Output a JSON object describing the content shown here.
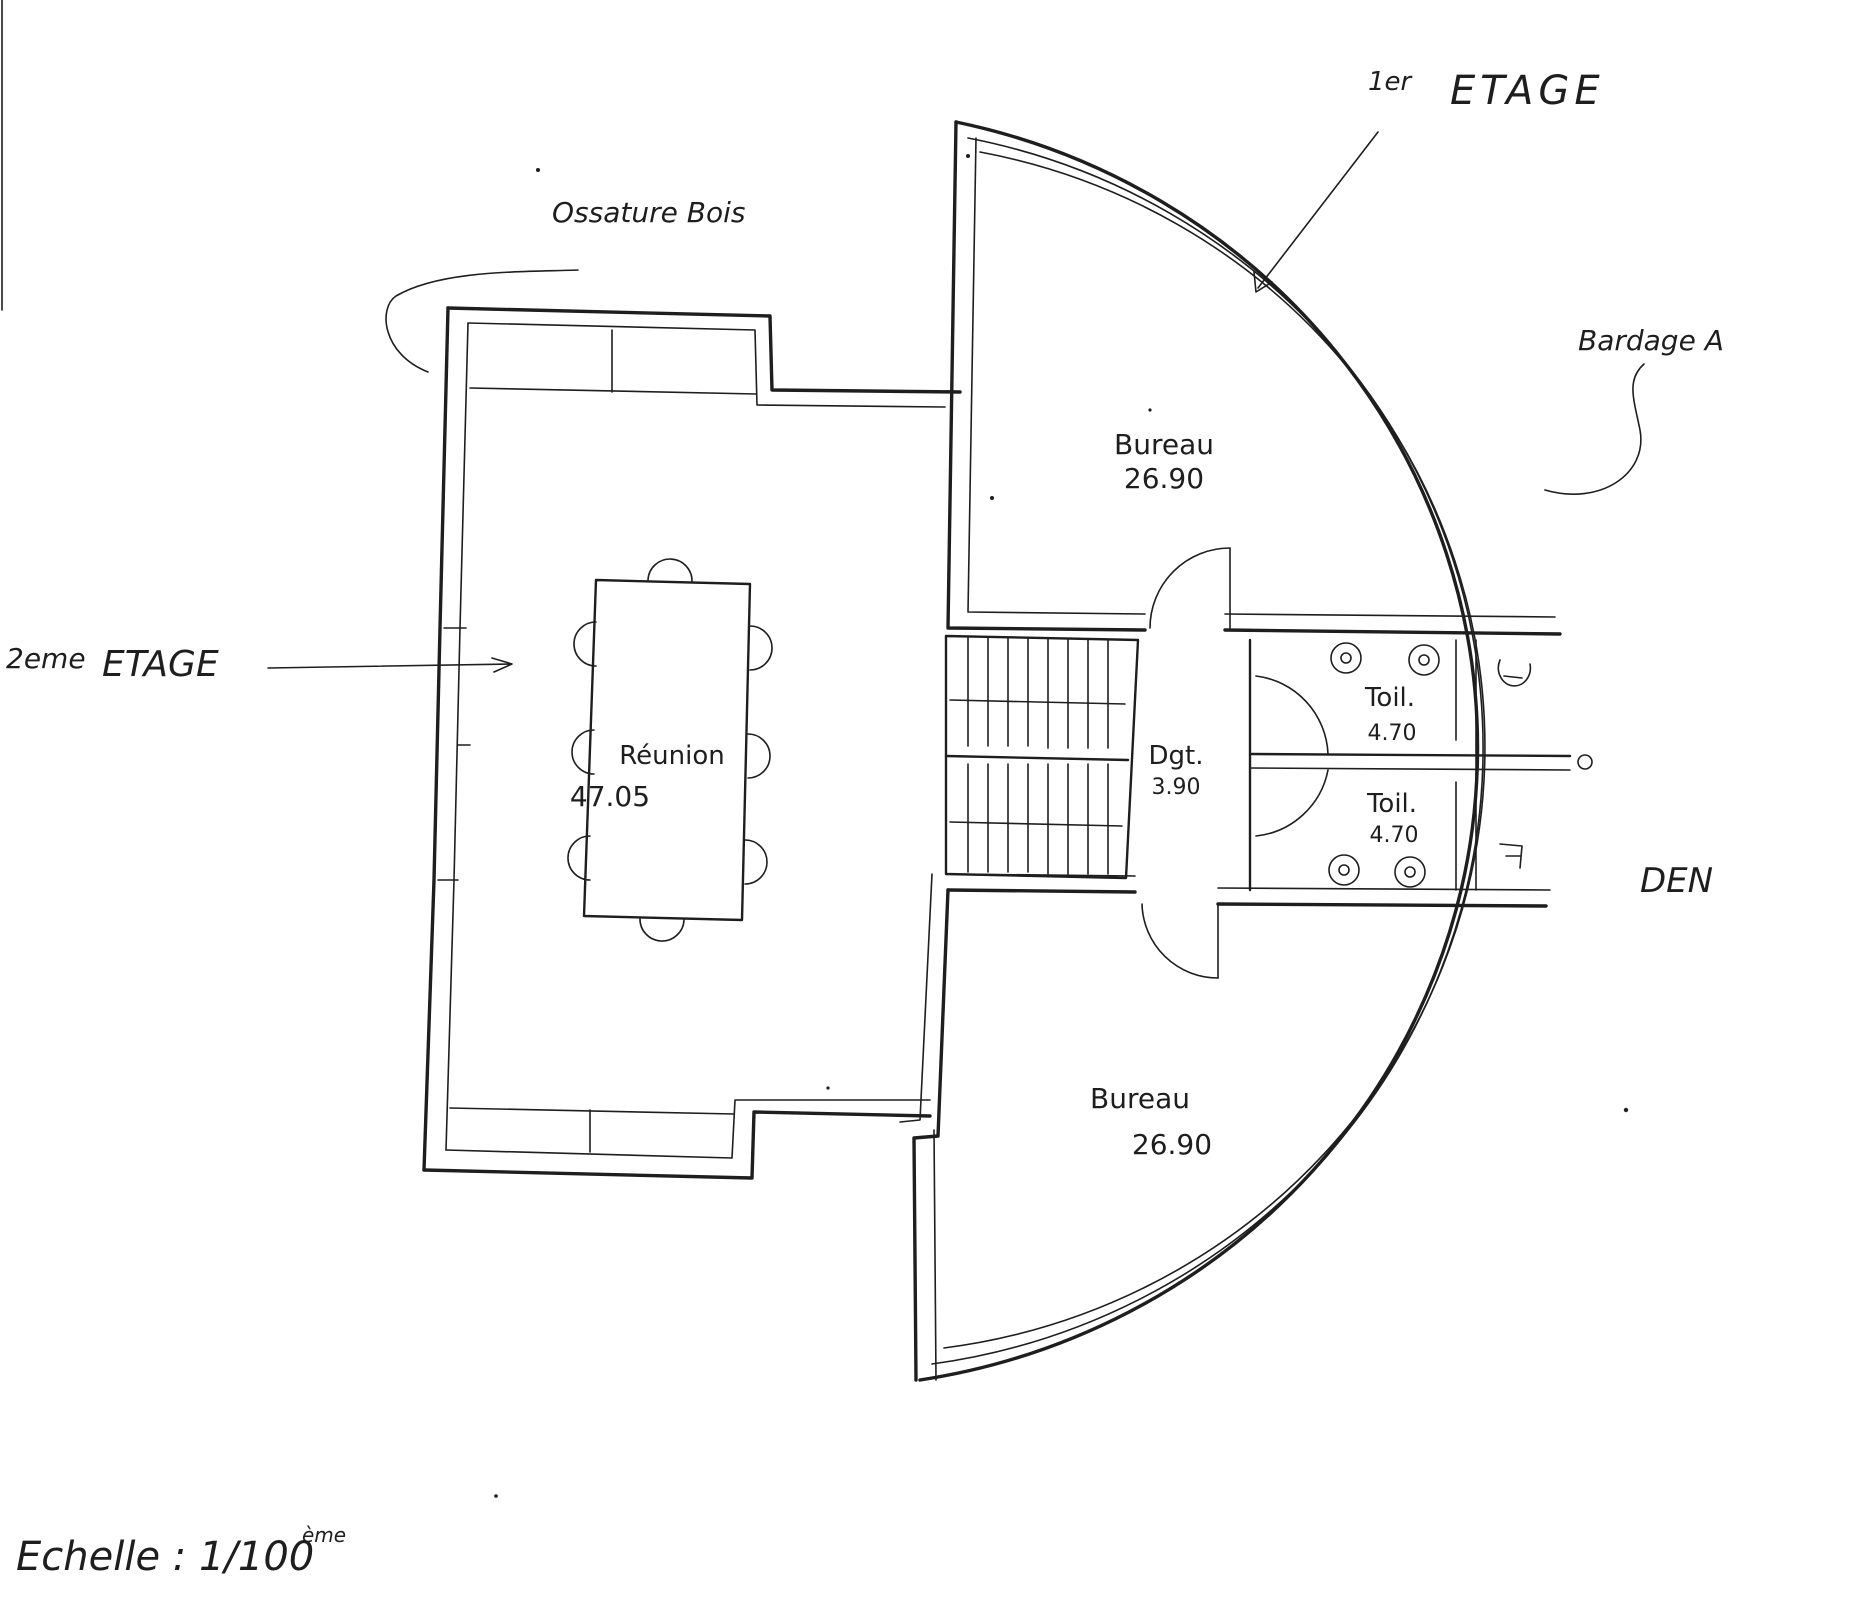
{
  "annotations": {
    "first_floor": {
      "sup": "1er",
      "text": "ETAGE"
    },
    "second_floor": {
      "sup": "2eme",
      "text": "ETAGE"
    },
    "frame": "Ossature Bois",
    "cladding": "Bardage A",
    "signature": "DEN",
    "scale": {
      "text": "Echelle : 1/100",
      "sup": "ème"
    }
  },
  "rooms": {
    "reunion": {
      "name": "Réunion",
      "area": "47.05"
    },
    "bureau_top": {
      "name": "Bureau",
      "area": "26.90"
    },
    "bureau_bottom": {
      "name": "Bureau",
      "area": "26.90"
    },
    "degagement": {
      "name": "Dgt.",
      "area": "3.90"
    },
    "toilet_upper": {
      "name": "Toil.",
      "area": "4.70"
    },
    "toilet_lower": {
      "name": "Toil.",
      "area": "4.70"
    }
  },
  "colors": {
    "ink": "#1e1e1e",
    "paper": "#ffffff"
  }
}
